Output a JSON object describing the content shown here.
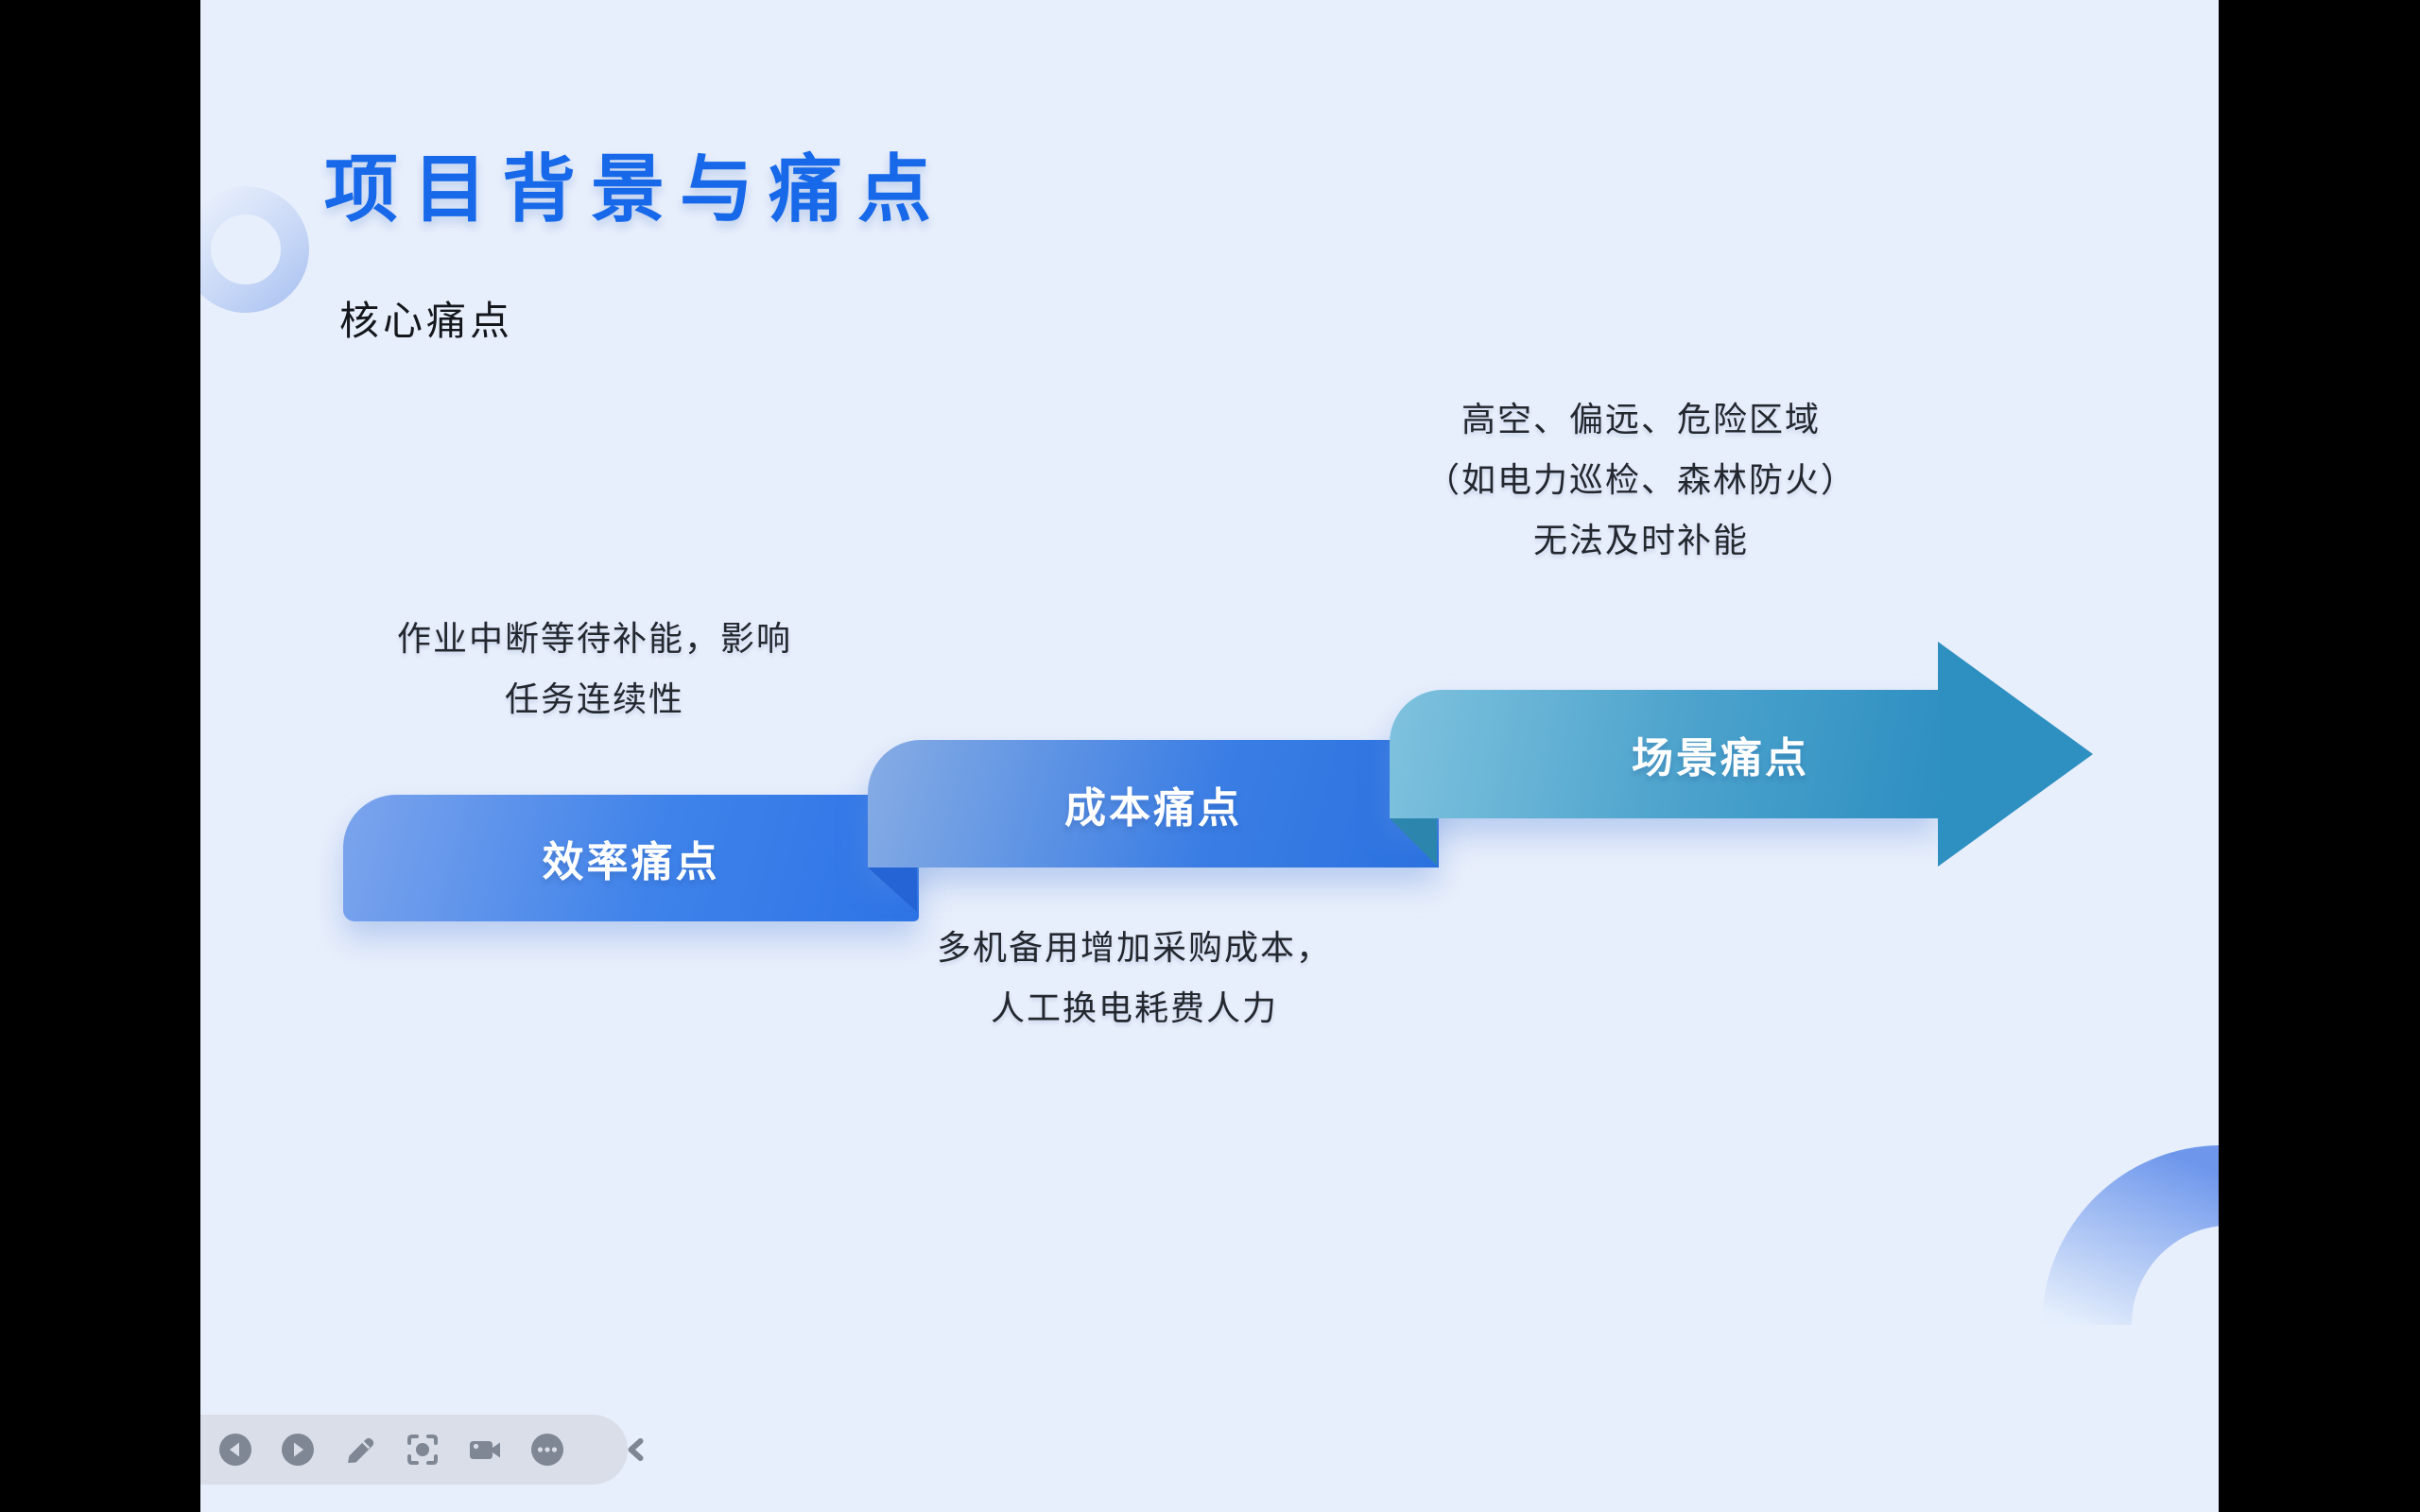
{
  "slide": {
    "title": "项目背景与痛点",
    "subtitle": "核心痛点",
    "banners": {
      "efficiency": "效率痛点",
      "cost": "成本痛点",
      "scenario": "场景痛点"
    },
    "notes": {
      "efficiency": [
        "作业中断等待补能，影响",
        "任务连续性"
      ],
      "cost": [
        "多机备用增加采购成本，",
        "人工换电耗费人力"
      ],
      "scenario": [
        "高空、偏远、危险区域",
        "（如电力巡检、森林防火）",
        "无法及时补能"
      ]
    }
  },
  "toolbar": {
    "icons": [
      "previous-slide",
      "play",
      "edit-pen",
      "screenshot-capture",
      "record-video",
      "more-options",
      "collapse-toolbar"
    ]
  },
  "colors": {
    "background": "#E8EFFC",
    "letterbox": "#000000",
    "title_accent": "#1769EA",
    "banner_blue_light": "#7CA4EC",
    "banner_blue_deep": "#2E74E6",
    "banner_cost_light": "#86ACE4",
    "banner_cost_deep": "#2B72E0",
    "arrow_teal_light": "#7FC2DE",
    "arrow_teal_deep": "#2E8FC1",
    "fold_blue": "#2564D4",
    "fold_teal": "#2C85AD",
    "text_dark": "#23272E",
    "toolbar_pill": "#D9DEE8",
    "toolbar_icon": "#7F8795"
  }
}
